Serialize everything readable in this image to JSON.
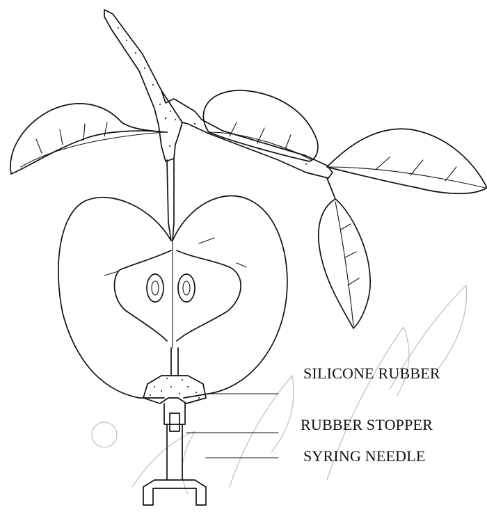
{
  "labels": {
    "silicone_rubber": "SILICONE RUBBER",
    "rubber_stopper": "RUBBER STOPPER",
    "syringe_needle": "SYRING NEEDLE"
  }
}
